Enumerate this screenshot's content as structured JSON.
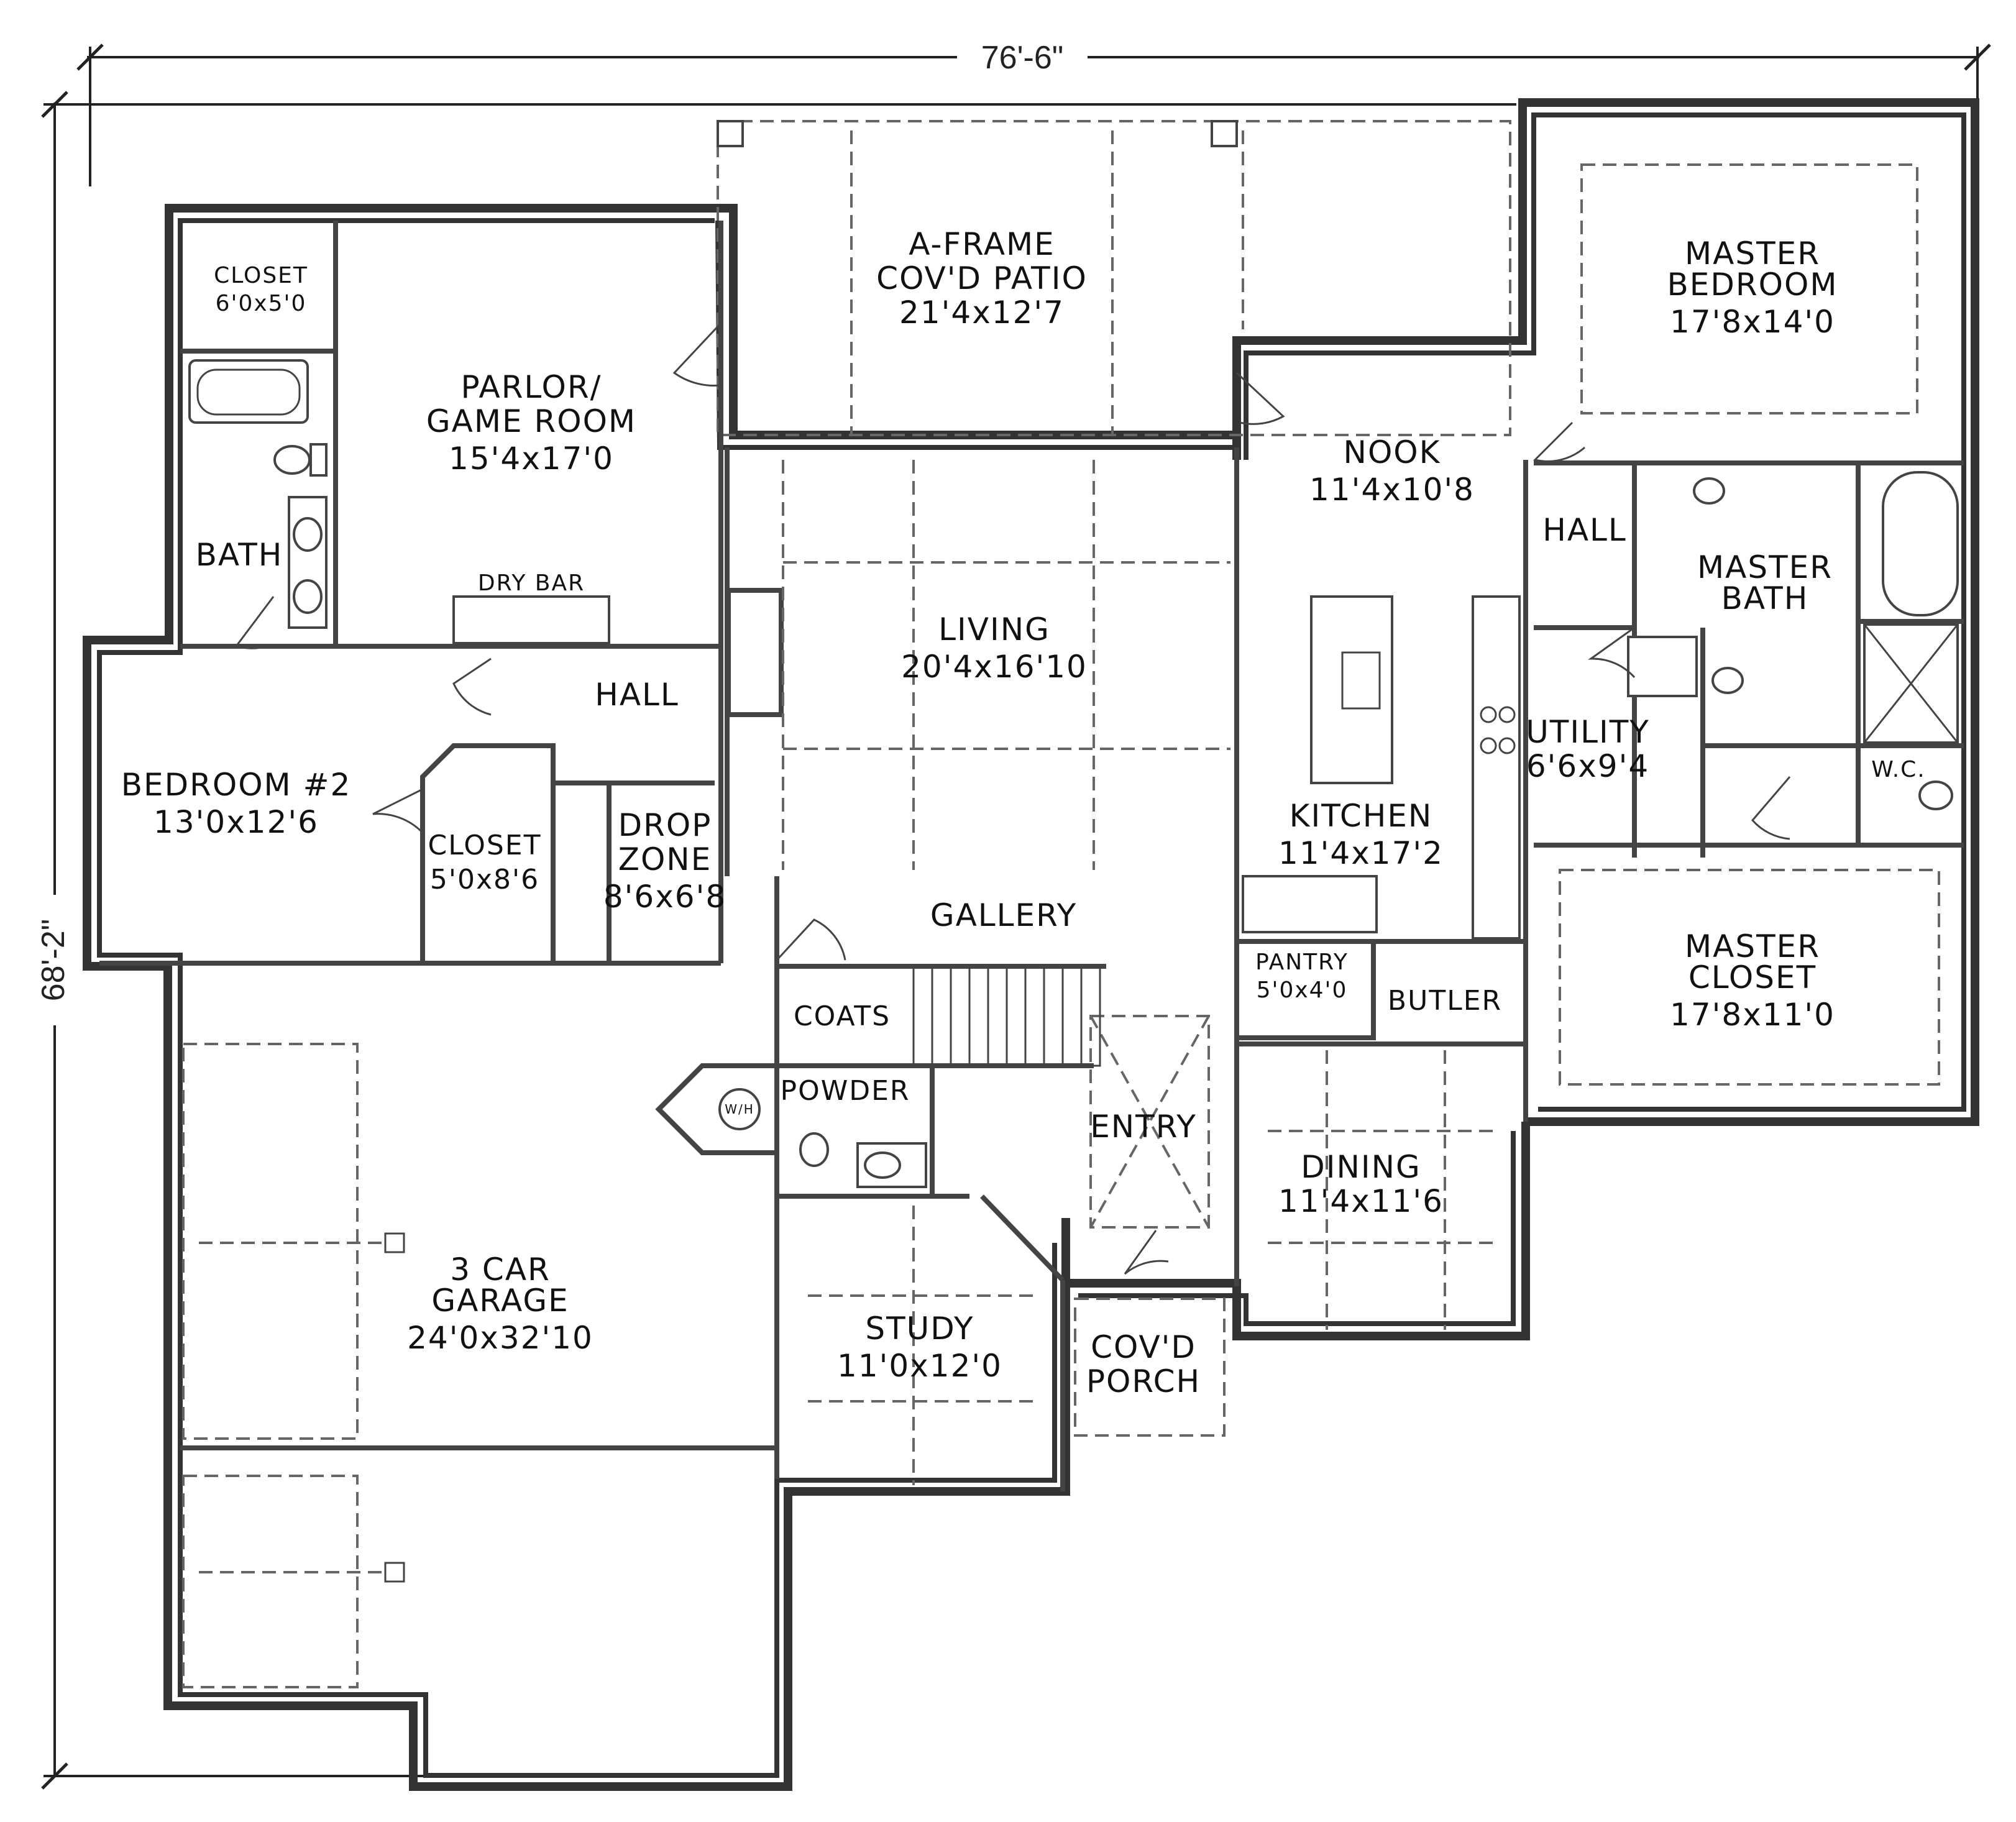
{
  "dimensions": {
    "width": "76'-6\"",
    "depth": "68'-2\""
  },
  "rooms": {
    "closet1": {
      "name": "CLOSET",
      "size": "6'0x5'0"
    },
    "parlor": {
      "name1": "PARLOR/",
      "name2": "GAME ROOM",
      "size": "15'4x17'0"
    },
    "patio": {
      "name1": "A-FRAME",
      "name2": "COV'D PATIO",
      "size": "21'4x12'7"
    },
    "master_bedroom": {
      "name1": "MASTER",
      "name2": "BEDROOM",
      "size": "17'8x14'0"
    },
    "bath": {
      "name": "BATH"
    },
    "dry_bar": {
      "name": "DRY BAR"
    },
    "hall_left": {
      "name": "HALL"
    },
    "nook": {
      "name": "NOOK",
      "size": "11'4x10'8"
    },
    "hall_right": {
      "name": "HALL"
    },
    "master_bath": {
      "name1": "MASTER",
      "name2": "BATH"
    },
    "living": {
      "name": "LIVING",
      "size": "20'4x16'10"
    },
    "bedroom2": {
      "name": "BEDROOM #2",
      "size": "13'0x12'6"
    },
    "closet2": {
      "name": "CLOSET",
      "size": "5'0x8'6"
    },
    "drop_zone": {
      "name1": "DROP",
      "name2": "ZONE",
      "size": "8'6x6'8"
    },
    "utility": {
      "name": "UTILITY",
      "size": "6'6x9'4"
    },
    "wc": {
      "name": "W.C."
    },
    "kitchen": {
      "name": "KITCHEN",
      "size": "11'4x17'2"
    },
    "gallery": {
      "name": "GALLERY"
    },
    "pantry": {
      "name": "PANTRY",
      "size": "5'0x4'0"
    },
    "butler": {
      "name": "BUTLER"
    },
    "master_closet": {
      "name1": "MASTER",
      "name2": "CLOSET",
      "size": "17'8x11'0"
    },
    "coats": {
      "name": "COATS"
    },
    "powder": {
      "name": "POWDER"
    },
    "water_heater": {
      "name": "W/H"
    },
    "entry": {
      "name": "ENTRY"
    },
    "dining": {
      "name": "DINING",
      "size": "11'4x11'6"
    },
    "garage": {
      "name1": "3 CAR",
      "name2": "GARAGE",
      "size": "24'0x32'10"
    },
    "study": {
      "name": "STUDY",
      "size": "11'0x12'0"
    },
    "porch": {
      "name1": "COV'D",
      "name2": "PORCH"
    }
  }
}
